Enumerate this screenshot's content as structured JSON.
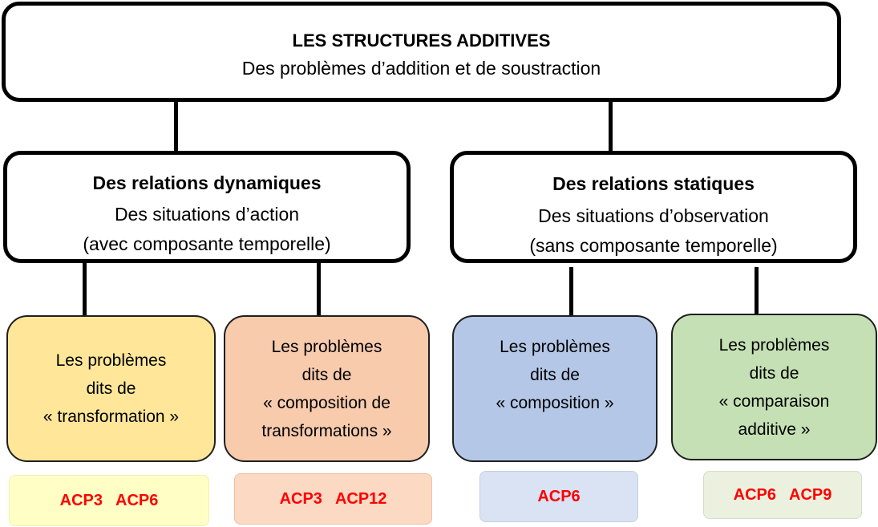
{
  "root": {
    "title": "LES STRUCTURES ADDITIVES",
    "subtitle": "Des problèmes d’addition et de soustraction"
  },
  "dynamic": {
    "title": "Des relations dynamiques",
    "line1": "Des situations d’action",
    "line2": "(avec composante temporelle)"
  },
  "static": {
    "title": "Des relations statiques",
    "line1": "Des situations d’observation",
    "line2": "(sans composante temporelle)"
  },
  "leaves": [
    {
      "lines": [
        "Les problèmes",
        "dits de",
        "« transformation »"
      ],
      "color": "#ffe699",
      "codes": [
        "ACP3",
        "ACP6"
      ],
      "code_bg": "#ffffc5",
      "code_border": "#f2efb0"
    },
    {
      "lines": [
        "Les problèmes",
        "dits de",
        "« composition de",
        "transformations »"
      ],
      "color": "#f8cbad",
      "codes": [
        "ACP3",
        "ACP12"
      ],
      "code_bg": "#fbd9c3",
      "code_border": "#efc0a2"
    },
    {
      "lines": [
        "Les problèmes",
        "dits de",
        "« composition »"
      ],
      "color": "#b4c7e7",
      "codes": [
        "ACP6"
      ],
      "code_bg": "#dae3f3",
      "code_border": "#c2cfe6"
    },
    {
      "lines": [
        "Les problèmes",
        "dits de",
        "« comparaison",
        "additive »"
      ],
      "color": "#c5e0b4",
      "codes": [
        "ACP6",
        "ACP9"
      ],
      "code_bg": "#ebf1de",
      "code_border": "#d3dcc6"
    }
  ]
}
